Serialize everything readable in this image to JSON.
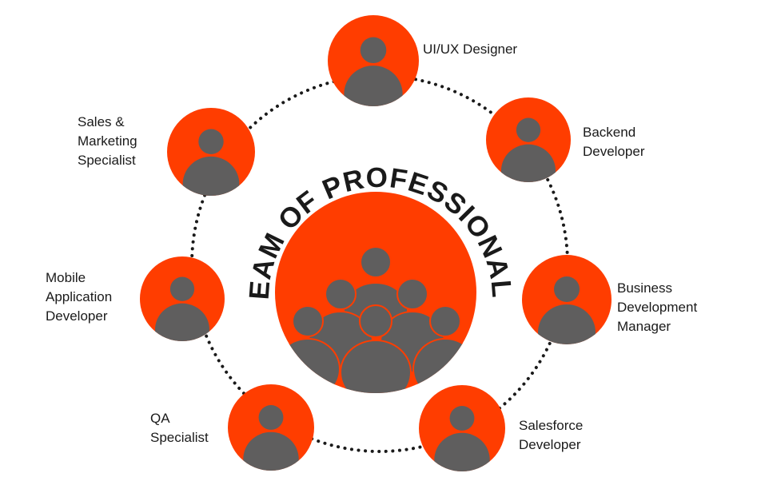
{
  "diagram": {
    "center_title": "TEAM OF PROFESSIONALS",
    "colors": {
      "accent": "#FF3D00",
      "figure": "#5F5E5E",
      "ring": "#1a1a1a",
      "text": "#1a1a1a"
    },
    "icons": {
      "member": "person-icon",
      "center": "team-group-icon"
    },
    "roles": [
      {
        "id": "uiux",
        "lines": [
          "UI/UX Designer"
        ]
      },
      {
        "id": "backend",
        "lines": [
          "Backend",
          "Developer"
        ]
      },
      {
        "id": "bizdev",
        "lines": [
          "Business",
          "Development",
          "Manager"
        ]
      },
      {
        "id": "salesforce",
        "lines": [
          "Salesforce",
          "Developer"
        ]
      },
      {
        "id": "qa",
        "lines": [
          "QA",
          "Specialist"
        ]
      },
      {
        "id": "mobile",
        "lines": [
          "Mobile",
          "Application",
          "Developer"
        ]
      },
      {
        "id": "sales",
        "lines": [
          "Sales &",
          "Marketing",
          "Specialist"
        ]
      }
    ]
  }
}
